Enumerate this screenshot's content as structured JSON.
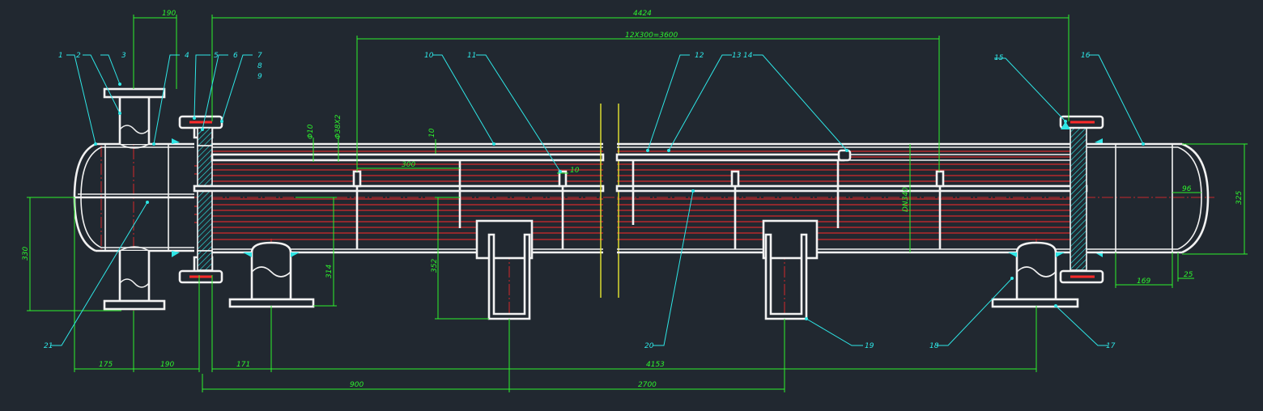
{
  "colors": {
    "background": "#212830",
    "outline": "#f2f2f2",
    "dimension": "#2df22d",
    "leader": "#2ee6e6",
    "tubes": "#ff2a2a",
    "break_lines": "#e8e830"
  },
  "dimensions": {
    "top_190": "190",
    "overall_4424": "4424",
    "baffle_pitch": "12X300=3600",
    "phi10": "Φ10",
    "tube_spec": "Φ38X2",
    "d10_top": "10",
    "d300": "300",
    "d10_mid": "10",
    "dn": "DN340",
    "d330": "330",
    "d314": "314",
    "d352": "352",
    "d325": "325",
    "d96": "96",
    "d169": "169",
    "d25": "25",
    "d175": "175",
    "d190_bottom": "190",
    "d171": "171",
    "d4153": "4153",
    "d900": "900",
    "d2700": "2700"
  },
  "parts": [
    "1",
    "2",
    "3",
    "4",
    "5",
    "6",
    "7",
    "8",
    "9",
    "10",
    "11",
    "12",
    "13",
    "14",
    "15",
    "16",
    "17",
    "18",
    "19",
    "20",
    "21"
  ]
}
